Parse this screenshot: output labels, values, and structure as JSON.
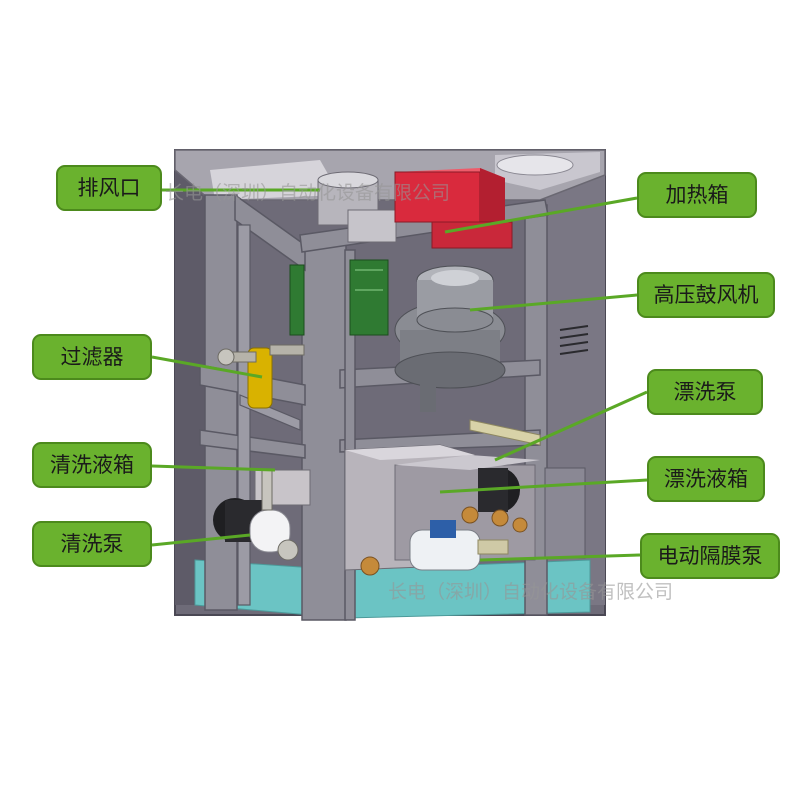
{
  "labels": {
    "exhaust_port": "排风口",
    "heating_box": "加热箱",
    "high_pressure_blower": "高压鼓风机",
    "filter": "过滤器",
    "rinse_pump": "漂洗泵",
    "cleaning_tank": "清洗液箱",
    "rinse_tank": "漂洗液箱",
    "cleaning_pump": "清洗泵",
    "diaphragm_pump": "电动隔膜泵"
  },
  "watermark": {
    "top": "长电（深圳）自动化设备有限公司",
    "bottom": "长电（深圳）自动化设备有限公司"
  },
  "colors": {
    "callout_fill": "#6ab22e",
    "callout_border": "#4c8a1c",
    "leader_line": "#5aa826",
    "frame": "#8f8e98",
    "panel": "#6e6b78",
    "heater": "#d92a3d",
    "blower": "#7d7f86",
    "pcb": "#2f7a32",
    "floor": "#6bc4c4",
    "tank": "#c8c4c9"
  }
}
